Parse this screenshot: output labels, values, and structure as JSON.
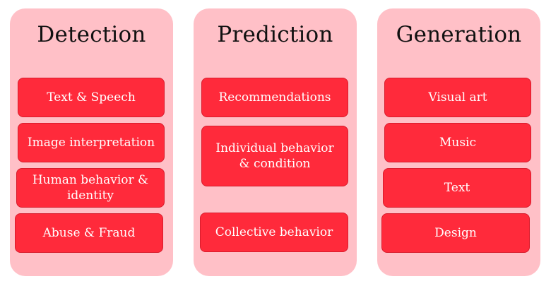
{
  "columns": [
    {
      "title": "Detection",
      "items": [
        "Text & Speech",
        "Image interpretation",
        "Human behavior & identity",
        "Abuse & Fraud"
      ]
    },
    {
      "title": "Prediction",
      "items": [
        "Recommendations",
        "Individual behavior & condition",
        "Collective behavior"
      ]
    },
    {
      "title": "Generation",
      "items": [
        "Visual art",
        "Music",
        "Text",
        "Design"
      ]
    }
  ],
  "colors": {
    "panel": "#ffc0c7",
    "box": "#ff2a3b",
    "title_text": "#111111",
    "box_text": "#ffffff"
  }
}
